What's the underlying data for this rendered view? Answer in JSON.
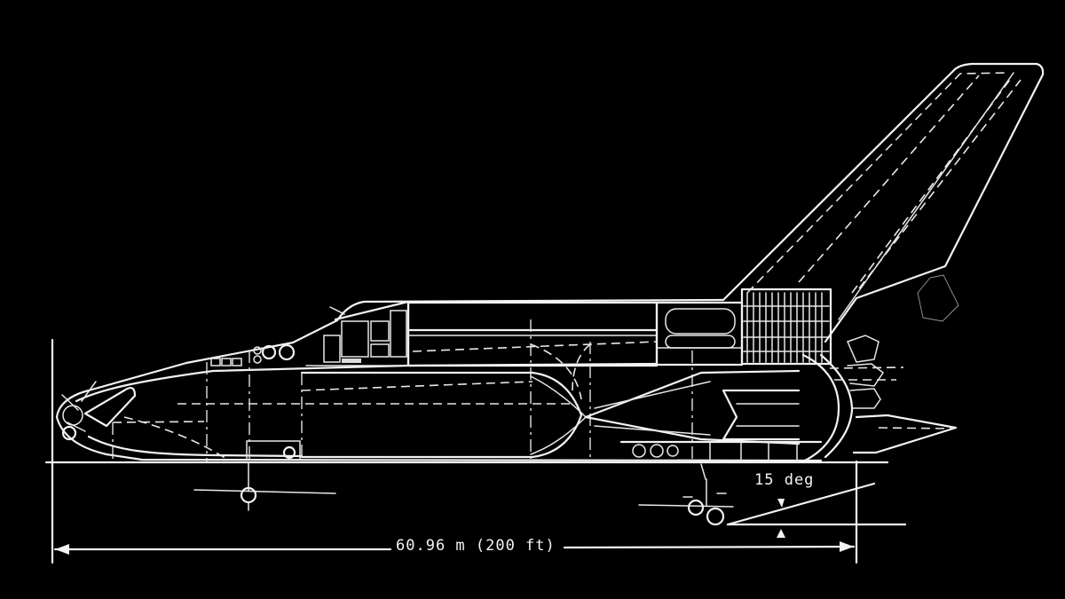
{
  "diagram": {
    "type": "side-elevation-blueprint",
    "subject": "spaceplane / orbiter vehicle side profile",
    "background_color": "#000000",
    "line_color": "#f2f2f2",
    "annotations": {
      "overall_length_label": "60.96 m (200 ft)",
      "angle_label": "15 deg"
    },
    "dimensions": {
      "length_m": 60.96,
      "length_ft": 200,
      "rotation_angle_deg": 15
    },
    "components": [
      "nose-section",
      "cockpit-canopy",
      "crew-compartment",
      "payload-bay",
      "propellant-tank",
      "vertical-tail-fin",
      "main-engines",
      "body-flap",
      "nose-landing-gear",
      "main-landing-gear"
    ]
  }
}
